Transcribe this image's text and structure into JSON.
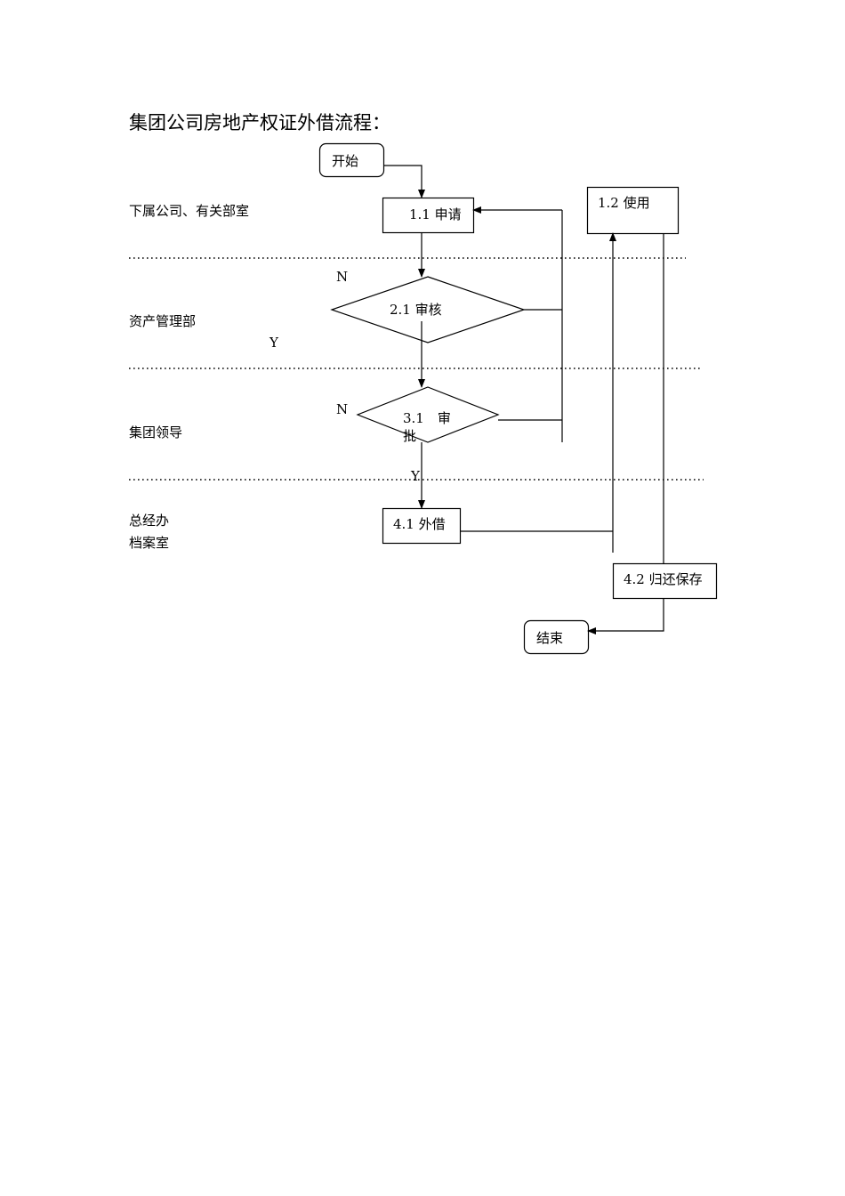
{
  "title": "集团公司房地产权证外借流程：",
  "lanes": [
    {
      "label": "下属公司、有关部室"
    },
    {
      "label": "资产管理部"
    },
    {
      "label": "集团领导"
    },
    {
      "label_lines": [
        "总经办",
        "档案室"
      ]
    }
  ],
  "nodes": {
    "start": "开始",
    "apply": "1.1 申请",
    "use": "1.2 使用",
    "review": "2.1 审核",
    "approve_line1": "3.1　审",
    "approve_line2": "批",
    "lend": "4.1 外借",
    "return_store": "4.2 归还保存",
    "end": "结束"
  },
  "branch_labels": {
    "review_no": "N",
    "review_yes": "Y",
    "approve_no": "N",
    "approve_yes": "Y"
  },
  "colors": {
    "line": "#000000",
    "background": "#ffffff"
  }
}
